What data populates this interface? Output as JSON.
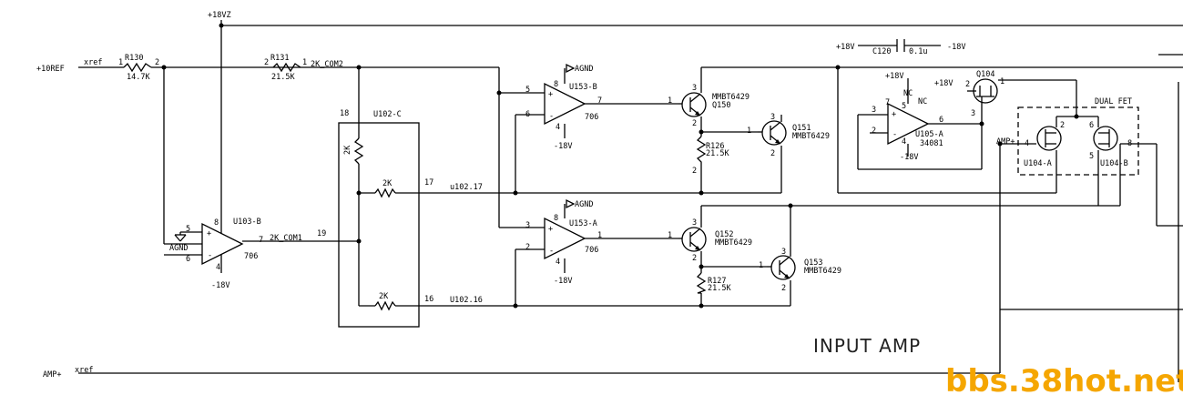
{
  "title": "INPUT AMP",
  "watermark": "bbs.38hot.net",
  "nets": {
    "plus18vz": "+18VZ",
    "plus10ref": "+10REF",
    "xref": "xref",
    "amp_plus": "AMP+",
    "agnd": "AGND",
    "k2_com2": "2K_COM2",
    "k2_com1": "2K_COM1",
    "u102_17": "u102.17",
    "u102_16": "U102.16",
    "plus18v": "+18V",
    "minus18v": "-18V",
    "dual_fet": "DUAL FET",
    "nc": "NC"
  },
  "resistors": {
    "r130": {
      "ref": "R130",
      "value": "14.7K"
    },
    "r131": {
      "ref": "R131",
      "value": "21.5K"
    },
    "r126": {
      "ref": "R126",
      "value": "21.5K"
    },
    "r127": {
      "ref": "R127",
      "value": "21.5K"
    },
    "u102_r": "2K"
  },
  "capacitor": {
    "ref": "C120",
    "value": "0.1u"
  },
  "ics": {
    "u102c": "U102-C",
    "u103b": "U103-B",
    "u153b": "U153-B",
    "u153a": "U153-A",
    "u105a": "U105-A",
    "u105a_part": "34081",
    "op706": "706",
    "u104a": "U104-A",
    "u104b": "U104-B"
  },
  "transistors": {
    "q150": "Q150",
    "q151": "Q151",
    "q152": "Q152",
    "q153": "Q153",
    "q104": "Q104",
    "part": "MMBT6429"
  },
  "pins": {
    "p1": "1",
    "p2": "2",
    "p3": "3",
    "p4": "4",
    "p5": "5",
    "p6": "6",
    "p7": "7",
    "p8": "8",
    "p16": "16",
    "p17": "17",
    "p18": "18",
    "p19": "19"
  },
  "symbols": {
    "plus": "+",
    "minus": "-"
  }
}
